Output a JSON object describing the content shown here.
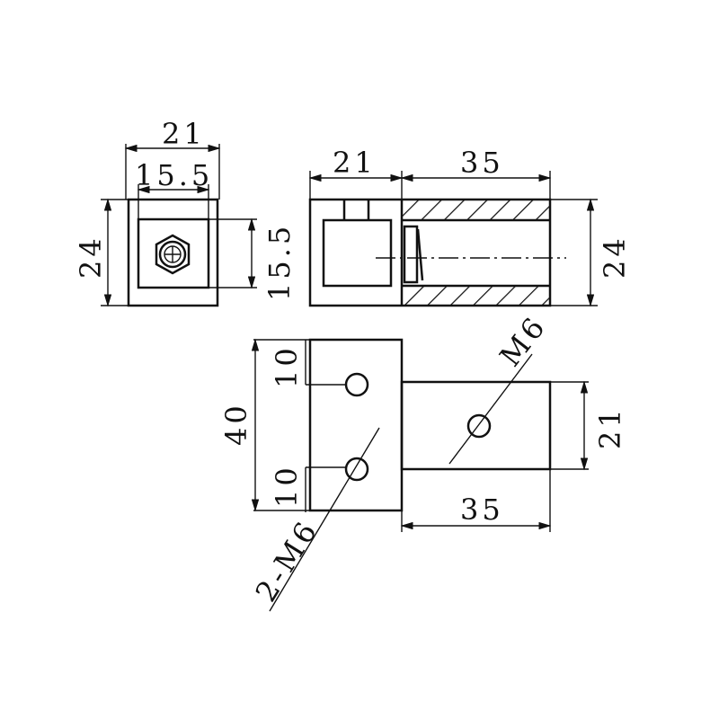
{
  "drawing": {
    "front_view": {
      "width_label": "21",
      "inner_width_label": "15.5",
      "height_label": "24",
      "inner_height_label": "15.5"
    },
    "side_view": {
      "left_width_label": "21",
      "tube_length_label": "35",
      "height_label": "24"
    },
    "bottom_view": {
      "height_label": "40",
      "top_offset_label": "10",
      "bottom_offset_label": "10",
      "thread_label": "M6",
      "tube_width_label": "21",
      "tube_length_label": "35",
      "holes_label": "2-M6"
    }
  }
}
